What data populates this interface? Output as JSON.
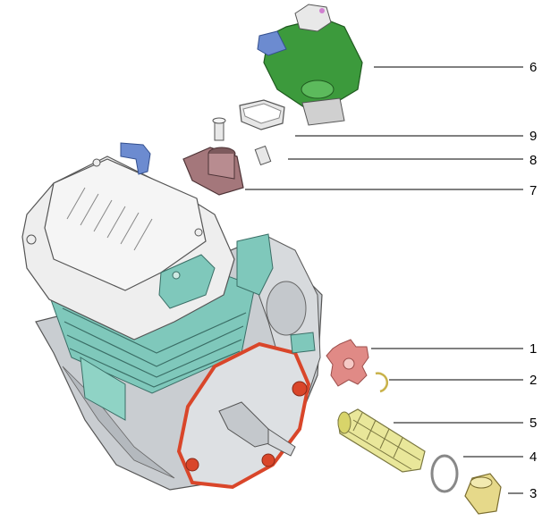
{
  "callouts": [
    {
      "id": "6",
      "label": "6"
    },
    {
      "id": "9",
      "label": "9"
    },
    {
      "id": "8",
      "label": "8"
    },
    {
      "id": "7",
      "label": "7"
    },
    {
      "id": "1",
      "label": "1"
    },
    {
      "id": "2",
      "label": "2"
    },
    {
      "id": "5",
      "label": "5"
    },
    {
      "id": "4",
      "label": "4"
    },
    {
      "id": "3",
      "label": "3"
    }
  ],
  "colors": {
    "engine_body": "#d9dcdf",
    "cylinder_teal": "#7fc8bb",
    "flange_red": "#d9462a",
    "carburetor_green": "#3c9a3c",
    "gear_pink": "#e08a86",
    "filter_yellow": "#e9e79a",
    "cap_yellow": "#e6d98a",
    "tube_blue": "#6c8bd0"
  }
}
